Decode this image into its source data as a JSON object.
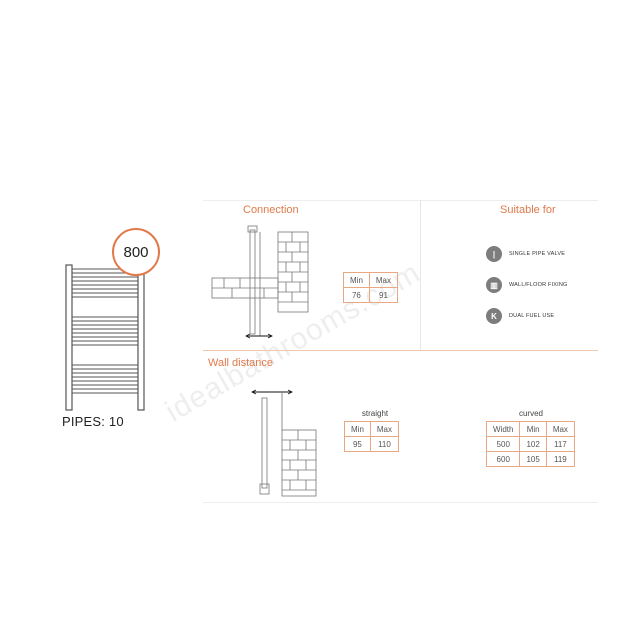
{
  "product": {
    "size_badge": "800",
    "pipes_label": "PIPES: 10"
  },
  "connection": {
    "title": "Connection",
    "table": {
      "headers": [
        "Min",
        "Max"
      ],
      "rows": [
        [
          "76",
          "91"
        ]
      ]
    }
  },
  "suitable_for": {
    "title": "Suitable for",
    "items": [
      {
        "icon": "pipe-valve-icon",
        "glyph": "|",
        "label": "SINGLE PIPE VALVE"
      },
      {
        "icon": "wall-floor-fixing-icon",
        "glyph": "▥",
        "label": "WALL/FLOOR FIXING"
      },
      {
        "icon": "dual-fuel-icon",
        "glyph": "K",
        "label": "DUAL FUEL USE"
      }
    ]
  },
  "wall_distance": {
    "title": "Wall distance",
    "straight": {
      "caption": "straight",
      "headers": [
        "Min",
        "Max"
      ],
      "rows": [
        [
          "95",
          "110"
        ]
      ]
    },
    "curved": {
      "caption": "curved",
      "headers": [
        "Width",
        "Min",
        "Max"
      ],
      "rows": [
        [
          "500",
          "102",
          "117"
        ],
        [
          "600",
          "105",
          "119"
        ]
      ]
    }
  },
  "watermark": "idealbathrooms.com",
  "colors": {
    "accent": "#e07a4a",
    "line": "#e8a884",
    "icon_bg": "#7d7d7d"
  }
}
